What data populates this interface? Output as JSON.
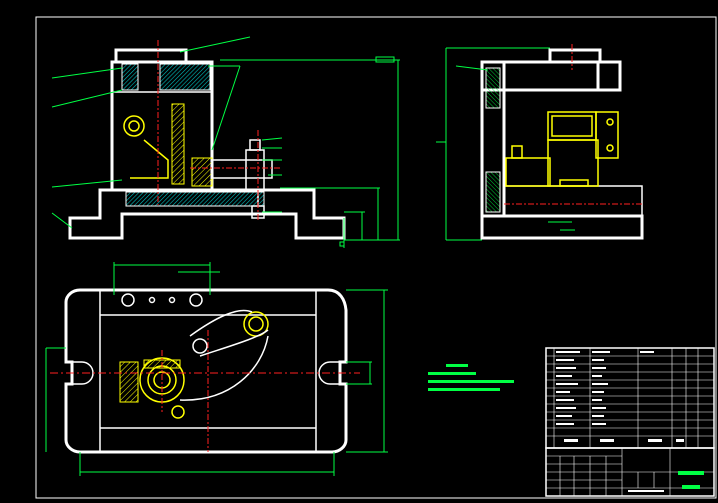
{
  "colors": {
    "background": "#000000",
    "outline": "#ffffff",
    "dimension": "#00ff44",
    "centerline": "#ff2020",
    "hatch": "#ffff00",
    "section": "#00c0c0"
  },
  "views": [
    "front-section-view",
    "side-section-view",
    "top-view",
    "technical-requirements",
    "parts-list",
    "title-block"
  ]
}
